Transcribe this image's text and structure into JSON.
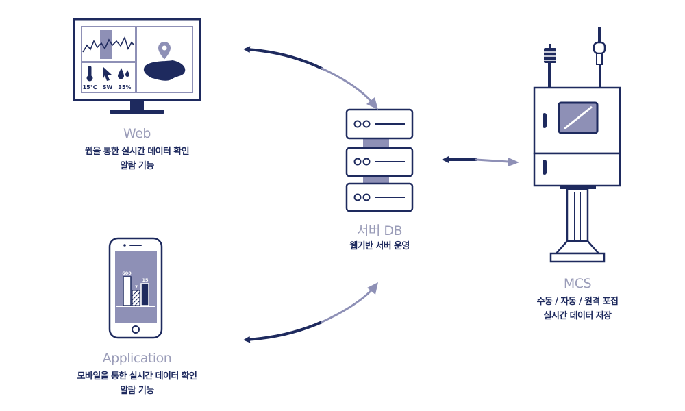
{
  "colors": {
    "navy": "#1e2a5e",
    "lavender": "#8e90b6",
    "title_gray": "#9a9cb8"
  },
  "web": {
    "title": "Web",
    "desc_line1": "웹을 통한 실시간 데이터 확인",
    "desc_line2": "알람 기능",
    "weather": {
      "temp": "15℃",
      "wind": "SW",
      "humidity": "35%"
    },
    "icons": [
      "monitor-icon",
      "thermometer-icon",
      "wind-direction-icon",
      "humidity-drop-icon",
      "map-pin-icon"
    ]
  },
  "server": {
    "title": "서버 DB",
    "desc": "웹기반 서버 운영",
    "icons": [
      "server-rack-icon"
    ]
  },
  "app": {
    "title": "Application",
    "desc_line1": "모바일을 통한 실시간 데이터 확인",
    "desc_line2": "알람 기능",
    "chart_values": [
      "600",
      "7",
      "15"
    ],
    "icons": [
      "smartphone-icon"
    ]
  },
  "mcs": {
    "title": "MCS",
    "desc_line1": "수동 / 자동 / 원격 포집",
    "desc_line2": "실시간 데이터 저장",
    "icons": [
      "monitoring-station-icon"
    ]
  }
}
